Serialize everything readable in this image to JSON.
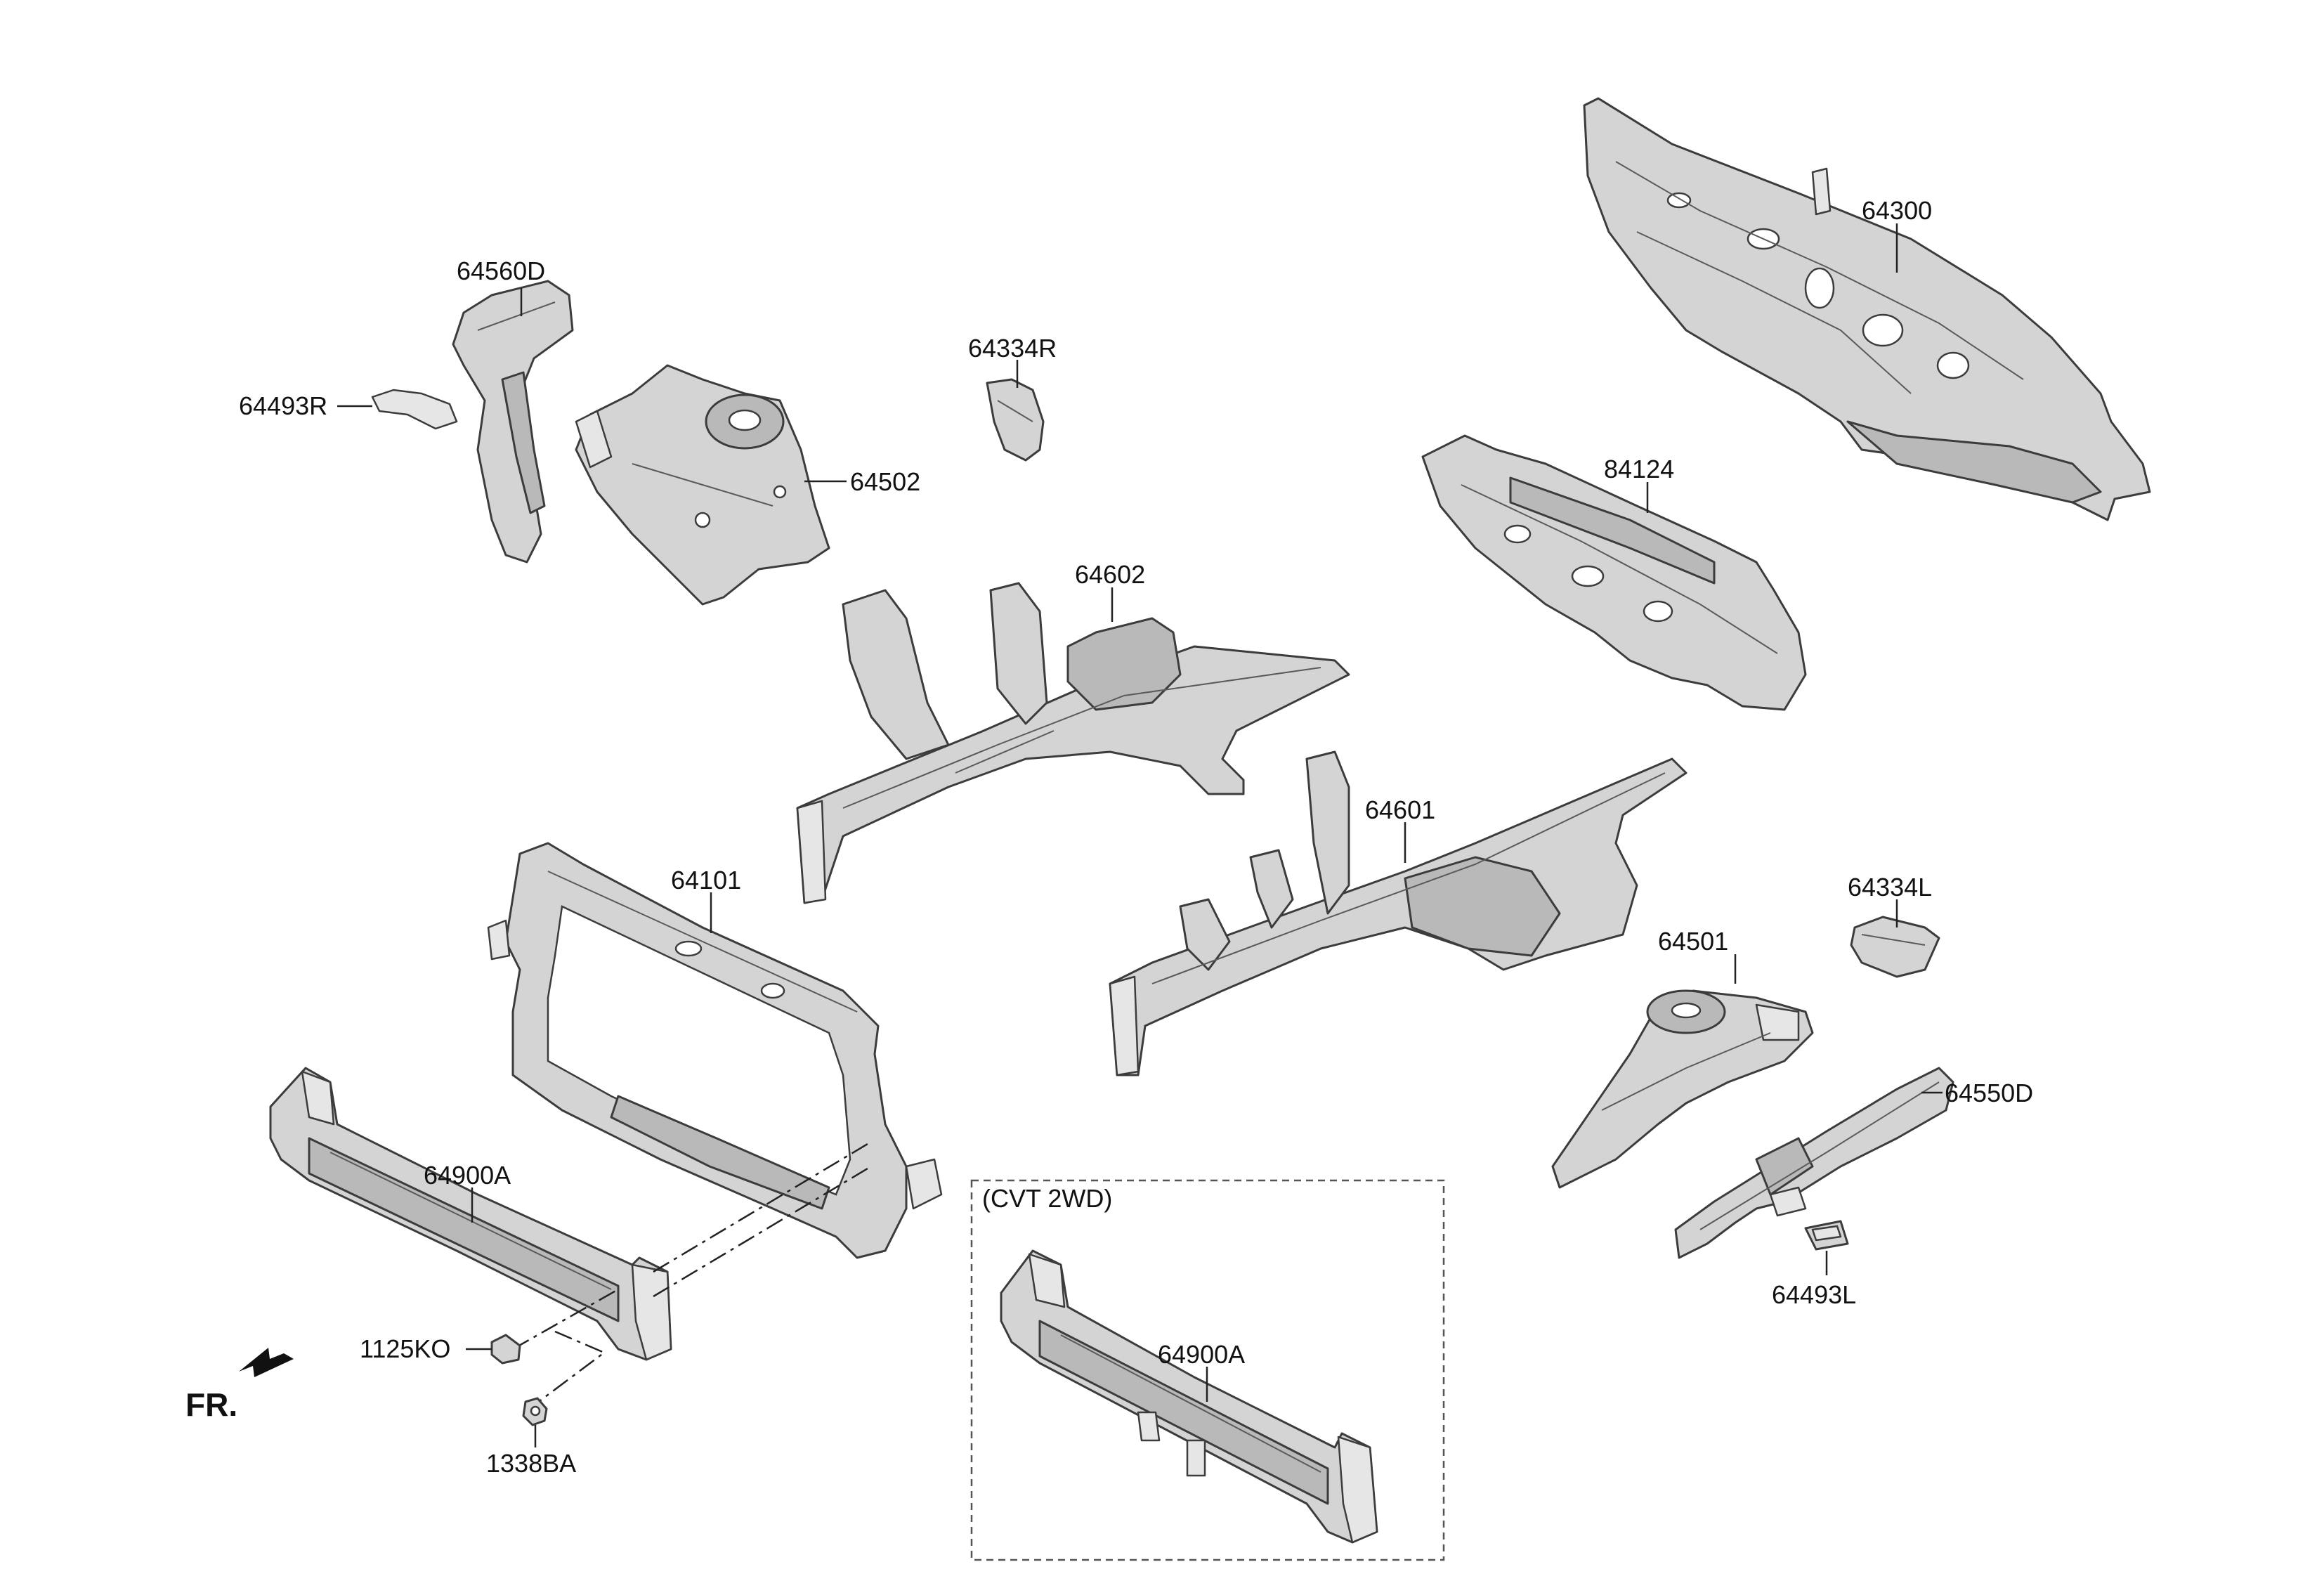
{
  "labels": {
    "p64300": "64300",
    "p64560D": "64560D",
    "p64334R": "64334R",
    "p64493R": "64493R",
    "p64502": "64502",
    "p84124": "84124",
    "p64602": "64602",
    "p64601": "64601",
    "p64101": "64101",
    "p64334L": "64334L",
    "p64501": "64501",
    "p64550D": "64550D",
    "p64900A": "64900A",
    "p64493L": "64493L",
    "p1125KO": "1125KO",
    "p1338BA": "1338BA",
    "cvt_box": "(CVT 2WD)",
    "cvt_64900A": "64900A",
    "front": "FR."
  },
  "icons": {
    "front_arrow": "arrow-down-left-icon"
  },
  "colors": {
    "part_fill": "#d4d4d4",
    "outline": "#3c3c3c"
  }
}
